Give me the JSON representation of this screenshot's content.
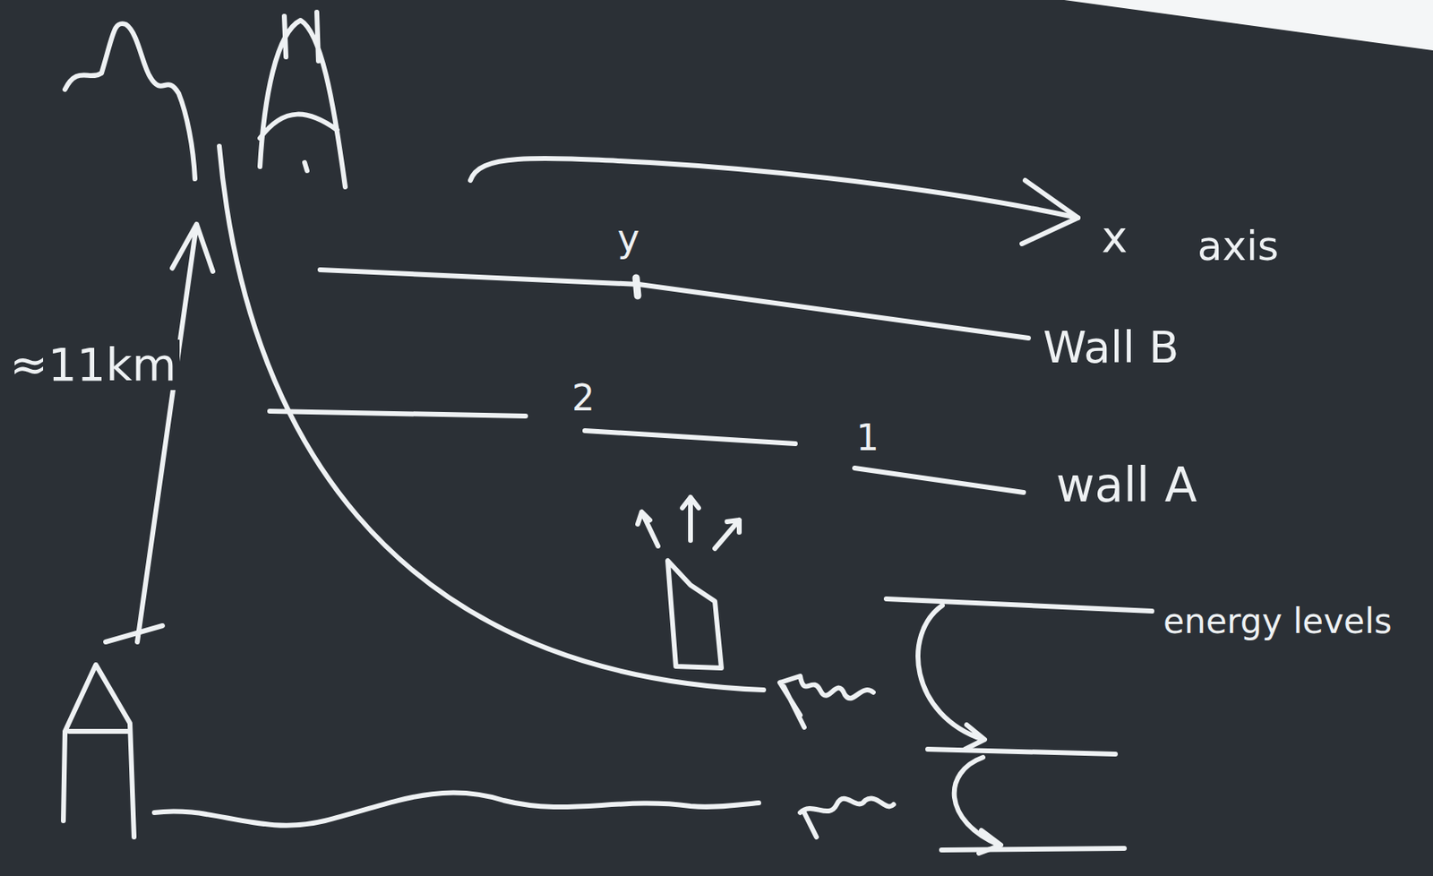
{
  "diagram": {
    "labels": [
      "≈11km",
      "x",
      "axis",
      "y",
      "Wall B",
      "2",
      "1",
      "wall A",
      "energy levels"
    ]
  }
}
